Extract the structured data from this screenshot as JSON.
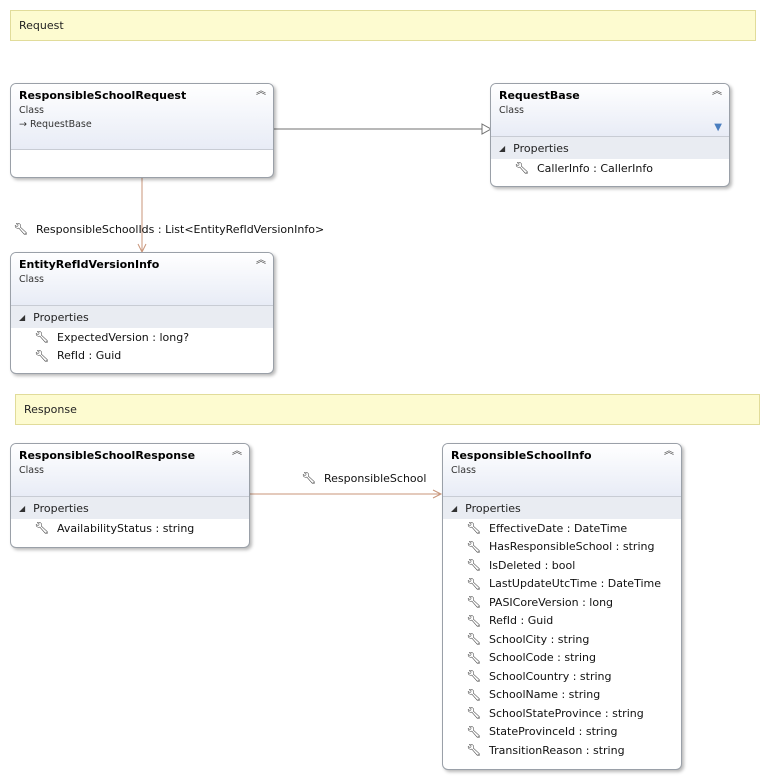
{
  "notes": {
    "request": "Request",
    "response": "Response"
  },
  "icons": {
    "wrench": "wrench-icon",
    "collapse": "double-chevron-up-icon",
    "filter": "filter-icon",
    "inherit_arrow": "arrow-right-icon",
    "section_toggle": "triangle-down-icon"
  },
  "colors": {
    "association_line": "#c8957a",
    "inheritance_line": "#707070",
    "note_fill": "#fdfbd0",
    "header_gradient": "#e8ecf6"
  },
  "classes": {
    "responsible_school_request": {
      "name": "ResponsibleSchoolRequest",
      "kind": "Class",
      "base": "RequestBase"
    },
    "request_base": {
      "name": "RequestBase",
      "kind": "Class",
      "section": "Properties",
      "properties": [
        "CallerInfo : CallerInfo"
      ]
    },
    "entity_ref": {
      "name": "EntityRefIdVersionInfo",
      "kind": "Class",
      "section": "Properties",
      "properties": [
        "ExpectedVersion : long?",
        "RefId : Guid"
      ]
    },
    "responsible_school_response": {
      "name": "ResponsibleSchoolResponse",
      "kind": "Class",
      "section": "Properties",
      "properties": [
        "AvailabilityStatus : string"
      ]
    },
    "responsible_school_info": {
      "name": "ResponsibleSchoolInfo",
      "kind": "Class",
      "section": "Properties",
      "properties": [
        "EffectiveDate : DateTime",
        "HasResponsibleSchool : string",
        "IsDeleted : bool",
        "LastUpdateUtcTime : DateTime",
        "PASICoreVersion : long",
        "RefId : Guid",
        "SchoolCity : string",
        "SchoolCode : string",
        "SchoolCountry : string",
        "SchoolName : string",
        "SchoolStateProvince : string",
        "StateProvinceId : string",
        "TransitionReason : string"
      ]
    }
  },
  "associations": {
    "responsible_school_ids": "ResponsibleSchoolIds : List<EntityRefIdVersionInfo>",
    "responsible_school": "ResponsibleSchool"
  }
}
